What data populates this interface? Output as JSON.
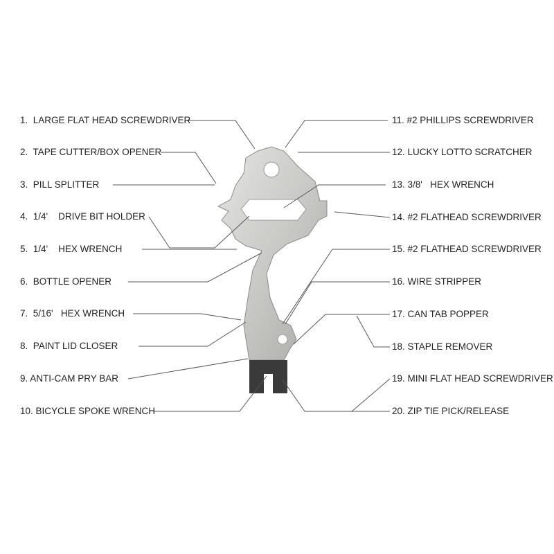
{
  "left_labels": [
    "1.  LARGE FLAT HEAD SCREWDRIVER",
    "2.  TAPE CUTTER/BOX OPENER",
    "3.  PILL SPLITTER",
    "4.  1/4'    DRIVE BIT HOLDER",
    "5.  1/4'    HEX WRENCH",
    "6.  BOTTLE OPENER",
    "7.  5/16'   HEX WRENCH",
    "8.  PAINT LID CLOSER",
    "9. ANTI-CAM PRY BAR",
    "10. BICYCLE SPOKE WRENCH"
  ],
  "right_labels": [
    "11. #2 PHILLIPS SCREWDRIVER",
    "12. LUCKY LOTTO SCRATCHER",
    "13. 3/8'   HEX WRENCH",
    "14. #2 FLATHEAD SCREWDRIVER",
    "15. #2 FLATHEAD SCREWDRIVER",
    "16. WIRE STRIPPER",
    "17. CAN TAB POPPER",
    "18. STAPLE REMOVER",
    "19. MINI FLAT HEAD SCREWDRIVER",
    "20. ZIP TIE PICK/RELEASE"
  ]
}
